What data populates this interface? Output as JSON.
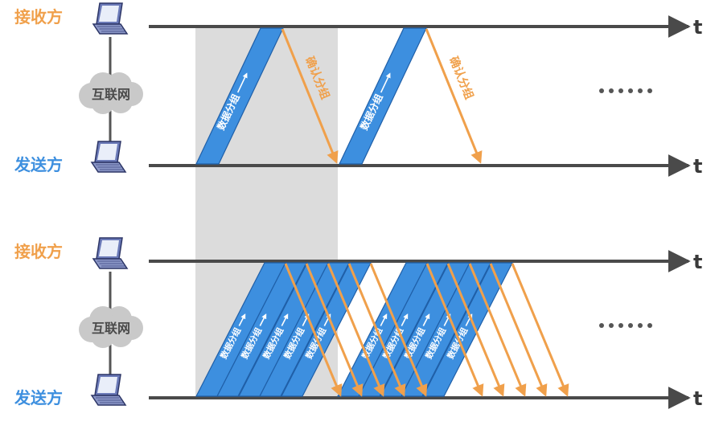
{
  "labels": {
    "receiver": "接收方",
    "sender": "发送方",
    "internet": "互联网",
    "time_axis": "t",
    "data_packet": "数据分组",
    "ack_packet": "确认分组"
  },
  "colors": {
    "receiver_text": "#f0a04b",
    "sender_text": "#3d8fdf",
    "packet_fill": "#3d8fdf",
    "packet_stroke": "#1f5fa8",
    "ack_arrow": "#f0a04b",
    "highlight_band": "#dcdcdc",
    "timeline": "#4a4a4a"
  },
  "icons": [
    "laptop-icon",
    "cloud-icon",
    "arrow-icon"
  ]
}
